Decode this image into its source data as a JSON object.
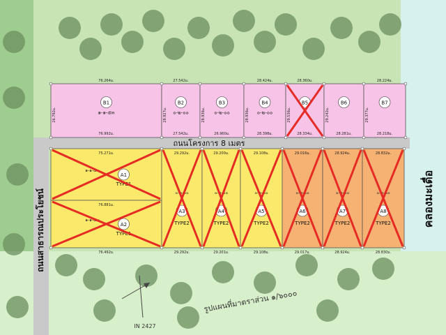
{
  "labels": {
    "road_main": "ถนนโครงการ 8 เมตร",
    "road_left": "ถนนสาธารณประโยชน์",
    "canal": "คลองมะเดื่อ",
    "scale": "รูปแผนที่มาตราส่วน ๑/๖๐๐๐",
    "north_label": "N",
    "bottom_marker": "IN\n2427"
  },
  "top_plots": [
    {
      "id": "B1",
      "area_text": "๑-๑-๕๓",
      "width_top": "76.264ม.",
      "width_bottom": "76.992ม.",
      "left_side": "26.792ม.",
      "crossed": false
    },
    {
      "id": "B2",
      "area_text": "๐-๒-๐๐",
      "width_top": "27.542ม.",
      "width_bottom": "27.542ม.",
      "left_side": "28.927ม.",
      "crossed": false
    },
    {
      "id": "B3",
      "area_text": "๐-๒-๐๐",
      "width_top": "",
      "width_bottom": "26.960ม.",
      "left_side": "28.936ม.",
      "crossed": false
    },
    {
      "id": "B4",
      "area_text": "๐-๒-๐๐",
      "width_top": "28.424ม.",
      "width_bottom": "28.398ม.",
      "left_side": "28.936ม.",
      "crossed": false
    },
    {
      "id": "B5",
      "area_text": "",
      "width_top": "28.360ม.",
      "width_bottom": "28.334ม.",
      "left_side": "29.536ม.",
      "crossed": true
    },
    {
      "id": "B6",
      "area_text": "",
      "width_top": "",
      "width_bottom": "28.281ม.",
      "left_side": "29.242ม.",
      "crossed": false
    },
    {
      "id": "B7",
      "area_text": "",
      "width_top": "28.224ม.",
      "width_bottom": "28.218ม.",
      "left_side": "29.377ม.",
      "crossed": false
    }
  ],
  "bottom_plots": [
    {
      "id": "A1",
      "type": "TYPE1",
      "area_text": "๑-๑-๕๓",
      "width_top": "75.271ม.",
      "width_bottom": "76.881ม.",
      "crossed": true
    },
    {
      "id": "A2",
      "type": "TYPE1",
      "area_text": "๑-๑-๕๓",
      "width_top": "76.881ม.",
      "width_bottom": "76.492ม.",
      "crossed": true
    },
    {
      "id": "A3",
      "type": "TYPE2",
      "area_text": "๐-๒-๐๐",
      "width_top": "29.292ม.",
      "width_bottom": "29.292ม.",
      "crossed": true
    },
    {
      "id": "A4",
      "type": "TYPE2",
      "area_text": "๐-๒-๐๐",
      "width_top": "29.200ม.",
      "width_bottom": "29.201ม.",
      "crossed": true
    },
    {
      "id": "A5",
      "type": "TYPE2",
      "area_text": "๐-๒-๐๐",
      "width_top": "29.108ม.",
      "width_bottom": "29.108ม.",
      "crossed": true
    },
    {
      "id": "A6",
      "type": "TYPE2",
      "area_text": "๐-๒-๐๐",
      "width_top": "29.016ม.",
      "width_bottom": "29.017ม.",
      "crossed": true
    },
    {
      "id": "A7",
      "type": "TYPE2",
      "area_text": "๐-๒-๐๐",
      "width_top": "28.924ม.",
      "width_bottom": "28.924ม.",
      "crossed": true
    },
    {
      "id": "A8",
      "type": "TYPE2",
      "area_text": "๐-๒-๐๐",
      "width_top": "28.832ม.",
      "width_bottom": "28.830ม.",
      "crossed": true
    }
  ],
  "colors": {
    "pink": "#f7c3e6",
    "yellow": "#fbe96b",
    "orange": "#f5b273",
    "road": "#c9c9c9",
    "red": "#e52b24",
    "grass": "#c6dfae",
    "water": "#d6f1ee"
  }
}
